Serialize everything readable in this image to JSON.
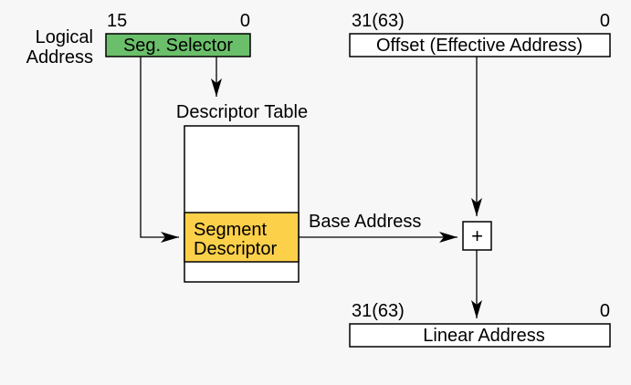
{
  "logical_address": {
    "line1": "Logical",
    "line2": "Address"
  },
  "selector": {
    "label": "Seg. Selector",
    "bit_high": "15",
    "bit_low": "0",
    "fill_color": "#6bbf6b"
  },
  "offset": {
    "label": "Offset (Effective Address)",
    "bit_high": "31(63)",
    "bit_low": "0"
  },
  "descriptor_table": {
    "title": "Descriptor Table",
    "entry_line1": "Segment",
    "entry_line2": "Descriptor",
    "entry_color": "#fdd04a"
  },
  "base_address_label": "Base Address",
  "adder_symbol": "+",
  "linear": {
    "label": "Linear Address",
    "bit_high": "31(63)",
    "bit_low": "0"
  }
}
